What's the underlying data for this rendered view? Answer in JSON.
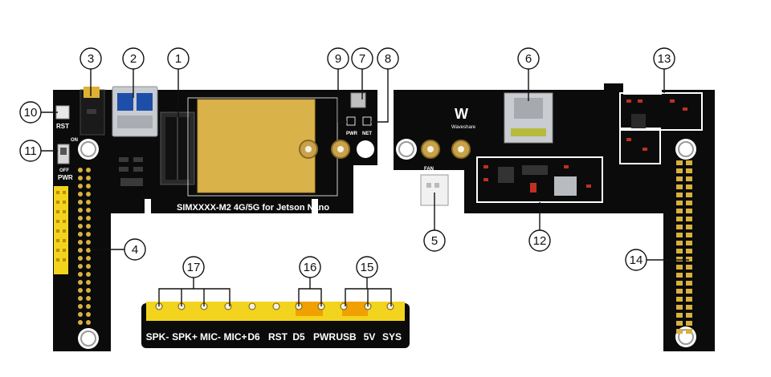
{
  "board_title": "SIMXXXX-M2 4G/5G for Jetson Nano",
  "silk_labels": {
    "rst": "RST",
    "on": "ON",
    "off": "OFF",
    "pwr_switch": "PWR",
    "pwr_led": "PWR",
    "net_led": "NET",
    "fan": "FAN"
  },
  "brand": "Waveshare",
  "callouts": [
    "1",
    "2",
    "3",
    "4",
    "5",
    "6",
    "7",
    "8",
    "9",
    "10",
    "11",
    "12",
    "13",
    "14",
    "15",
    "16",
    "17"
  ],
  "strip_labels": [
    "SPK-",
    "SPK+",
    "MIC-",
    "MIC+",
    "D6",
    "RST",
    "D5",
    "PWR",
    "USB",
    "5V",
    "SYS"
  ],
  "colors": {
    "pcb": "#0b0b0b",
    "gold": "#d9b24a",
    "header": "#f2d41e",
    "jumper": "#f0a000",
    "highlight_box": "#ffffff"
  }
}
